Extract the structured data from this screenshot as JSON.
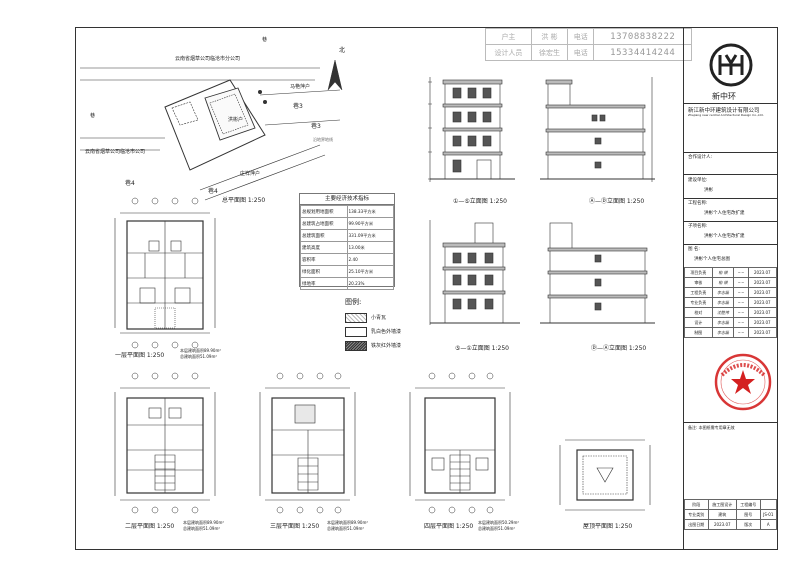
{
  "contact": {
    "role1": "户主",
    "name1": "洪 彬",
    "tel_label1": "电话",
    "tel1": "13708838222",
    "role2": "设计人员",
    "name2": "徐宏生",
    "tel_label2": "电话",
    "tel2": "15334414244"
  },
  "site": {
    "north": "北",
    "road_top": "巷",
    "road_left": "巷",
    "company_top": "云南省烟草公司临沧市分公司",
    "company_left": "云南省烟草公司临沧市公司",
    "building": "洪彬户",
    "neighbor1": "马艳萍户",
    "neighbor2": "庄祥萍户",
    "lane3a": "巷3",
    "lane3b": "巷3",
    "lane4a": "巷4",
    "lane4b": "巷4",
    "road_note": "沿地界地线",
    "caption": "总平面图 1:250"
  },
  "indicators": {
    "title": "主要经济技术指标",
    "rows": [
      {
        "k": "总规划用地面积",
        "v": "138.33平方米"
      },
      {
        "k": "总建筑占地面积",
        "v": "99.90平方米"
      },
      {
        "k": "总建筑面积",
        "v": "331.09平方米"
      },
      {
        "k": "建筑高度",
        "v": "13.00米"
      },
      {
        "k": "容积率",
        "v": "2.40"
      },
      {
        "k": "绿化面积",
        "v": "25.10平方米"
      },
      {
        "k": "绿地率",
        "v": "20.23%"
      }
    ]
  },
  "legend": {
    "title": "图例:",
    "items": [
      {
        "label": "小青瓦"
      },
      {
        "label": "乳白色外墙漆"
      },
      {
        "label": "铁灰红外墙漆"
      }
    ]
  },
  "elevations": [
    {
      "caption": "①—⑤立面图 1:250"
    },
    {
      "caption": "Ⓐ—Ⓓ立面图 1:250"
    },
    {
      "caption": "⑤—①立面图 1:250"
    },
    {
      "caption": "Ⓓ—Ⓐ立面图 1:250"
    }
  ],
  "plans": [
    {
      "caption": "一层平面图 1:250",
      "area1": "本层建筑面积89.90m²",
      "area2": "总建筑面积51.09m²"
    },
    {
      "caption": "二层平面图 1:250",
      "area1": "本层建筑面积89.90m²",
      "area2": "总建筑面积51.09m²"
    },
    {
      "caption": "三层平面图 1:250",
      "area1": "本层建筑面积89.90m²",
      "area2": "总建筑面积51.09m²"
    },
    {
      "caption": "四层平面图 1:250",
      "area1": "本层建筑面积50.29m²",
      "area2": "总建筑面积51.09m²"
    },
    {
      "caption": "屋顶平面图 1:250"
    }
  ],
  "titleblock": {
    "logo_text": "新中环",
    "company": "新江新中环建筑设计有限公司",
    "company_en": "Zhejiang new central Architectural Design Co.,Ltd.",
    "cert_label": "合作设计人:",
    "owner_label": "建设单位:",
    "owner": "洪彬",
    "project_label": "工程名称:",
    "project": "洪彬个人住宅改扩建",
    "subproject_label": "子项名称:",
    "subproject": "洪彬个人住宅改扩建",
    "drawing_label": "图  名:",
    "drawing": "洪彬个人住宅总图",
    "staff": [
      {
        "role": "项目负责",
        "name": "柏 银",
        "date": "2023.07"
      },
      {
        "role": "审核",
        "name": "柏 银",
        "date": "2023.07"
      },
      {
        "role": "工程负责",
        "name": "李志磊",
        "date": "2023.07"
      },
      {
        "role": "专业负责",
        "name": "李志磊",
        "date": "2023.07"
      },
      {
        "role": "校对",
        "name": "沈胜伟",
        "date": "2023.07"
      },
      {
        "role": "设计",
        "name": "李志磊",
        "date": "2023.07"
      },
      {
        "role": "制图",
        "name": "李志磊",
        "date": "2023.07"
      }
    ],
    "note_label": "备注:",
    "note": "本图纸需专用章无效",
    "stage_label": "阶段",
    "stage": "施工图设计",
    "job_label": "工程编号",
    "major_label": "专业类别",
    "major": "建筑",
    "sheet_label": "图号",
    "sheet": "JS-01",
    "date_label": "出图日期",
    "date": "2023.07",
    "version_label": "版次",
    "version": "A"
  }
}
